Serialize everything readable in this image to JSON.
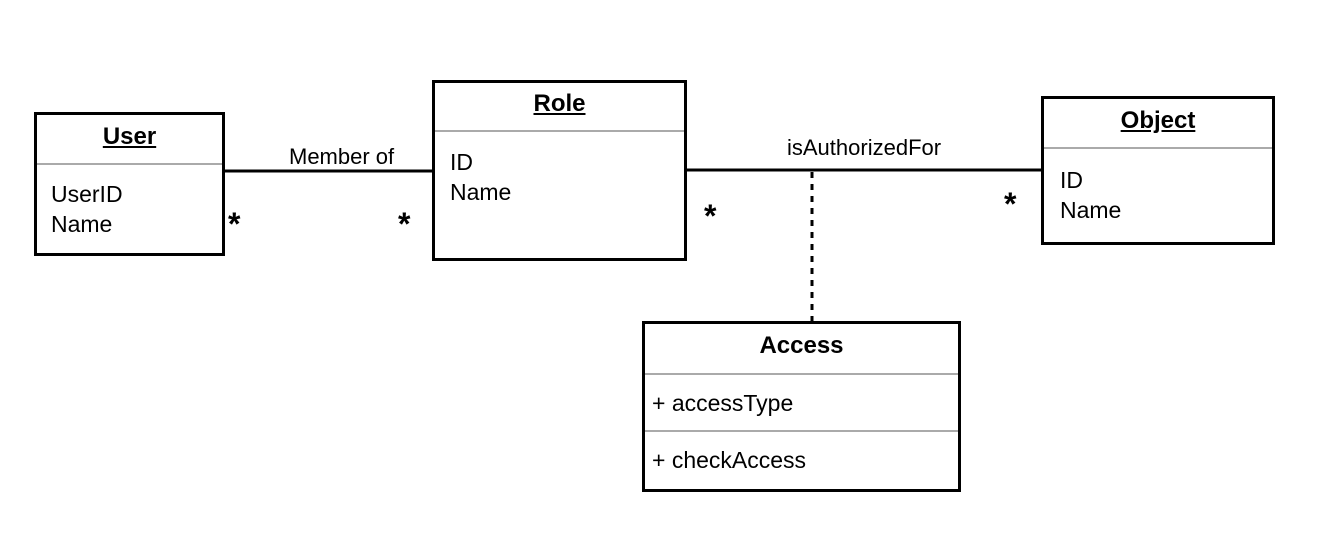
{
  "classes": {
    "user": {
      "title": "User",
      "attributes": [
        "UserID",
        "Name"
      ]
    },
    "role": {
      "title": "Role",
      "attributes": [
        "ID",
        "Name"
      ]
    },
    "object": {
      "title": "Object",
      "attributes": [
        "ID",
        "Name"
      ]
    },
    "access": {
      "title": "Access",
      "attribute": "+ accessType",
      "operation": "+ checkAccess"
    }
  },
  "associations": {
    "member_of": {
      "label": "Member of",
      "user_end": "*",
      "role_end": "*"
    },
    "is_authorized_for": {
      "label": "isAuthorizedFor",
      "role_end": "*",
      "object_end": "*"
    }
  },
  "colors": {
    "line": "#000000",
    "separator": "#aaaaaa",
    "background": "#ffffff"
  }
}
